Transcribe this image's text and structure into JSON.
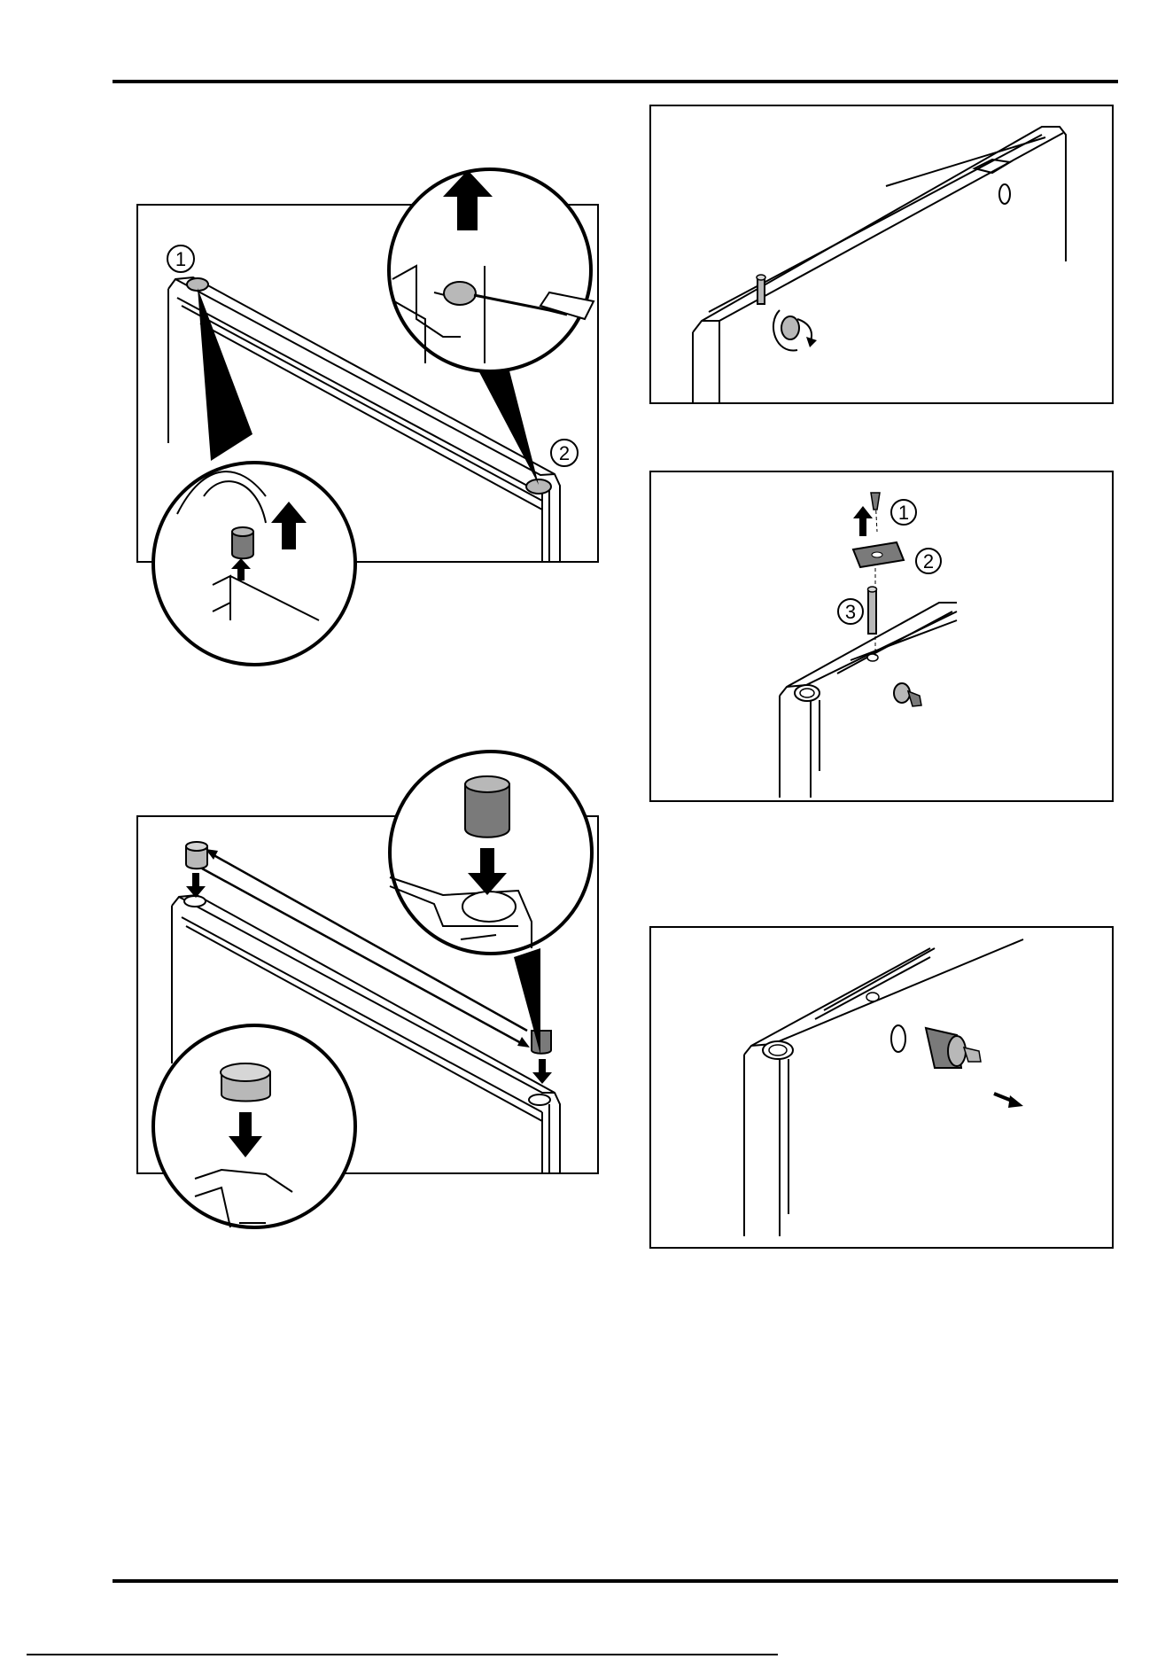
{
  "figures": [
    {
      "id": "fig-remove-caps",
      "callouts": [
        "1",
        "2"
      ]
    },
    {
      "id": "fig-insert-caps",
      "callouts": []
    },
    {
      "id": "fig-lock-rotate",
      "callouts": []
    },
    {
      "id": "fig-hinge-pin",
      "callouts": [
        "1",
        "2",
        "3"
      ]
    },
    {
      "id": "fig-lock-remove",
      "callouts": []
    }
  ],
  "colors": {
    "line": "#000000",
    "part_fill": "#b8b8b8",
    "part_dark": "#7a7a7a",
    "arrow": "#000000"
  }
}
